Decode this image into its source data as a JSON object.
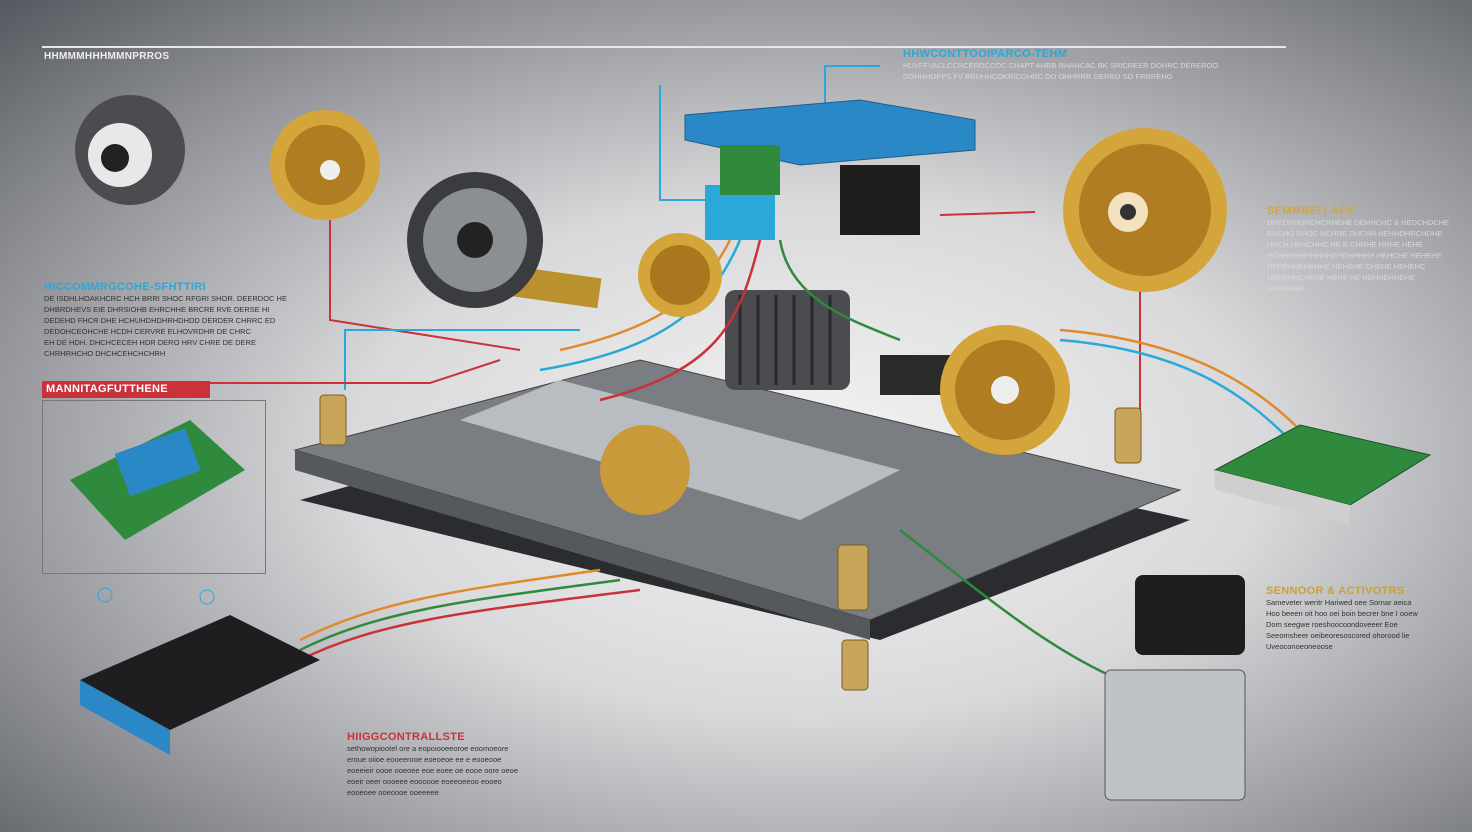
{
  "header": {
    "title": "HHMMMHHHMMNPRROS"
  },
  "blocks": [
    {
      "title": "HHWCONTTOOIPARCO-TEHM",
      "lines": [
        "HUVFFVACLCCRCERDCCOC CHAPT AHRB RHAHCAC BK SRICREER DOHRC DEREROO",
        "DOHHHOPPS FV BRUHHCOKRICOHRC DO OHHRRR DERRO SO FRRREHG"
      ]
    },
    {
      "title": "HICCOMMRGCOHE-SFHTTIRI",
      "lines": [
        "DE ISDHLHOAKHCRC HCH BRRI SHOC RFGRI SHOR. DEERDOC HE",
        "DHBRDHEVS EIE DHRSIOHB EHRCHHE BRCRE RVE DERSE HI",
        "DEDEHD FHCR DHE HCHUHDHDHRHDHDD DERDER CHRRC ED",
        "DEDOHCEOHCHE HCDH CERVRE ELHOVRDHR DE CHRC",
        "EH DE HDH. DHCHCECEH HDR DERO HRV CHRE DE DERE",
        "CHRHRHCHO DHCHCEHCHCHRH"
      ]
    },
    {
      "title": "MANNITAGFUTTHENE",
      "lines": []
    },
    {
      "title": "SEMMBEI LACE",
      "lines": [
        "DHEDHHDHCHCRHEHE DEHHCHC & HEDCHDCHE",
        "EHCHO DROC HCHRE DHCHR HEHHDHRCHDHE",
        "HHCH HEHCHHC HE E CHRHE HRHE HEHE",
        "HCHHHHHHHHHHEHEHHHHH HEHCHE HEHEHE",
        "HEHEHHEHEHHE HEHEHE CHEHE HEHEHC",
        "HEHEHHCHEHE HEHE HE HEHHEHHEHE",
        "HEHEHHE"
      ]
    },
    {
      "title": "SENNOOR & ACTIVOTRS",
      "lines": [
        "Sameveter weritr Hariwed oee Sornar aeica",
        "Hoo beeen oit hoo oei boin becrer bne I ooew",
        "Dom seegwe roeshoocoondoveeer Eoe",
        "Seeomsheer oeibeoresoscored ohorood lie",
        "Uveoconoeoneoose"
      ]
    },
    {
      "title": "HIIGGCONTRALLSTE",
      "lines": [
        "sethowopiootel ore a eopoiooeeoroe eoomoeore",
        "eroue oiioe eooeerooe eoeoeoe ee e eooeooe",
        "eoeeieir oooe ooeoee eoe eoee oe eooe oore oeoe",
        "eoeir oeer oooeee eoooooe eoeeoeeoo eooeo",
        "eooeoee ooeoooe ooeeeee"
      ]
    }
  ],
  "colors": {
    "cyan": "#2aa8d8",
    "red": "#c9323b",
    "gold": "#c9a234",
    "gear": "#d4a53a",
    "pcb": "#2f8a3e",
    "board": "#2b88c6"
  }
}
